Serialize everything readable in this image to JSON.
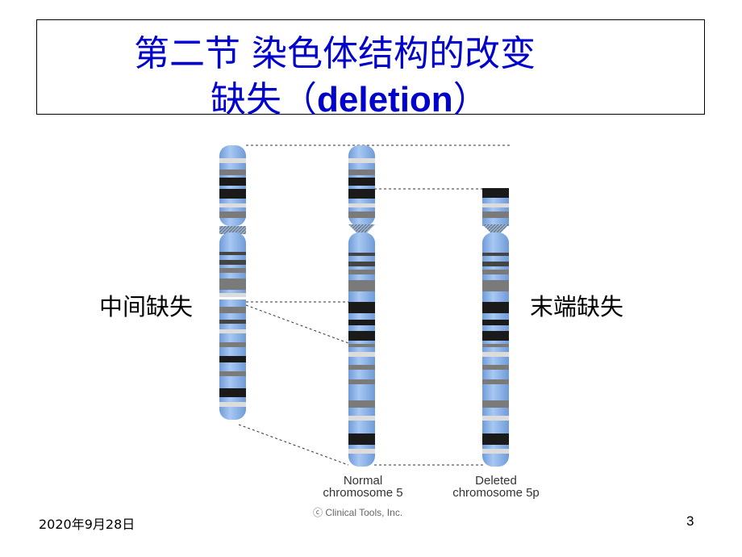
{
  "slide": {
    "title_line1": "第二节 染色体结构的改变",
    "title_line2_prefix": "缺失（",
    "title_line2_term": "deletion",
    "title_line2_suffix": "）",
    "label_interstitial": "中间缺失",
    "label_terminal": "末端缺失",
    "caption_normal_line1": "Normal",
    "caption_normal_line2": "chromosome 5",
    "caption_deleted_line1": "Deleted",
    "caption_deleted_line2": "chromosome 5p",
    "copyright": "ⓒ Clinical Tools, Inc.",
    "date": "2020年9月28日",
    "page_number": "3"
  },
  "colors": {
    "title": "#0000cc",
    "chromosome_base": "#8cb4ea",
    "band_dark": "#1a1a1a",
    "band_gray": "#7a7a7a",
    "band_light": "#dcdcdc"
  }
}
